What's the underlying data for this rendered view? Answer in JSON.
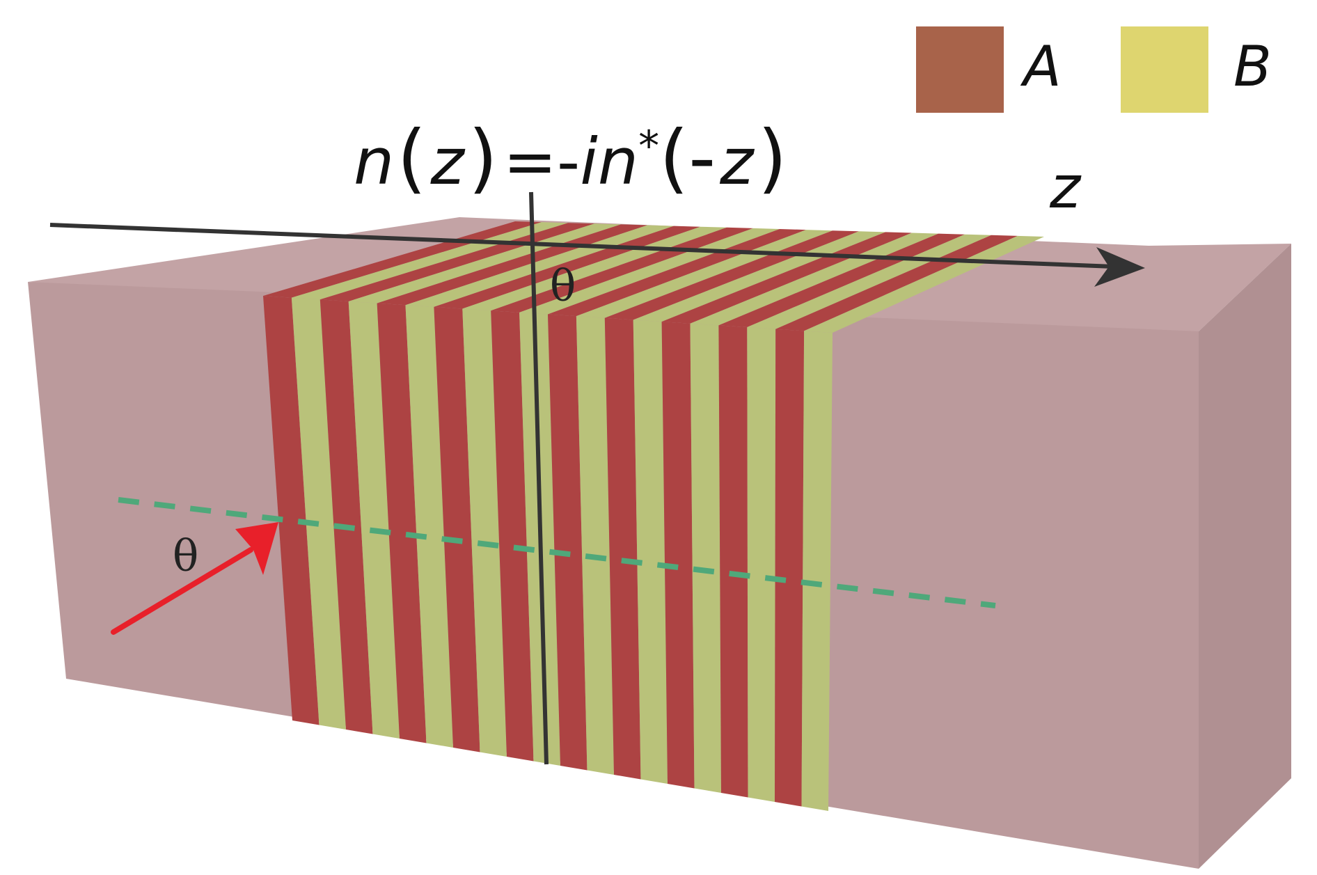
{
  "legend": {
    "items": [
      {
        "label": "A",
        "color": "#a8634a"
      },
      {
        "label": "B",
        "color": "#ded56f"
      }
    ]
  },
  "equation": {
    "parts": [
      "n",
      "(",
      "z",
      ")",
      "=-",
      "in",
      "*",
      "(-",
      "z",
      ")"
    ]
  },
  "axis_label": "z",
  "angle_labels": {
    "top": "θ",
    "incident": "θ"
  },
  "colors": {
    "slab_front": "#bb9a9c",
    "slab_top": "#c3a3a5",
    "slab_side": "#b09092",
    "layer_a": "#ad4343",
    "layer_b": "#b9c27a",
    "axis": "#333333",
    "normal_line": "#4fa87a",
    "incident_arrow": "#e8202a"
  },
  "layers": [
    "A",
    "B",
    "A",
    "B",
    "A",
    "B",
    "A",
    "B",
    "A",
    "B",
    "A",
    "B",
    "A",
    "B",
    "A",
    "B",
    "A",
    "B",
    "A",
    "B"
  ]
}
